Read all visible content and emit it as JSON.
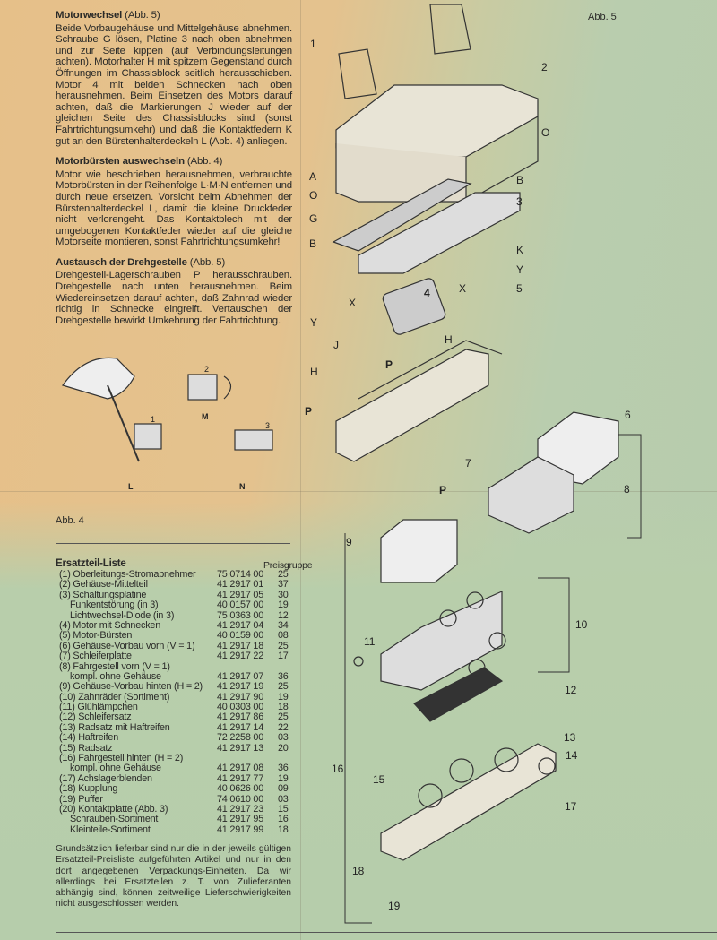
{
  "sections": [
    {
      "title": "Motorwechsel",
      "ref": "(Abb. 5)",
      "text": "Beide Vorbaugehäuse und Mittelgehäuse abnehmen. Schraube G lösen, Platine 3 nach oben abnehmen und zur Seite kippen (auf Verbindungsleitungen achten). Motorhalter H mit spitzem Gegenstand durch Öffnungen im Chassisblock seitlich herausschieben. Motor 4 mit beiden Schnecken nach oben herausnehmen. Beim Einsetzen des Motors darauf achten, daß die Markierungen J wieder auf der gleichen Seite des Chassisblocks sind (sonst Fahrtrichtungsumkehr) und daß die Kontaktfedern K gut an den Bürstenhalterdeckeln L (Abb. 4) anliegen."
    },
    {
      "title": "Motorbürsten auswechseln",
      "ref": "(Abb. 4)",
      "text": "Motor wie beschrieben herausnehmen, verbrauchte Motorbürsten in der Reihenfolge L·M·N entfernen und durch neue ersetzen. Vorsicht beim Abnehmen der Bürstenhalterdeckel L, damit die kleine Druckfeder nicht verlorengeht. Das Kontaktblech mit der umgebogenen Kontaktfeder wieder auf die gleiche Motorseite montieren, sonst Fahrtrichtungsumkehr!"
    },
    {
      "title": "Austausch der Drehgestelle",
      "ref": "(Abb. 5)",
      "text": "Drehgestell-Lagerschrauben P herausschrauben. Drehgestelle nach unten herausnehmen. Beim Wiedereinsetzen darauf achten, daß Zahnrad wieder richtig in Schnecke eingreift. Vertauschen der Drehgestelle bewirkt Umkehrung der Fahrtrichtung."
    }
  ],
  "figure_labels": {
    "abb4": "Abb. 4",
    "abb5": "Abb. 5"
  },
  "abb4_labels": [
    "1",
    "2",
    "3",
    "L",
    "M",
    "N"
  ],
  "abb5_labels": [
    "1",
    "2",
    "O",
    "A",
    "O",
    "B",
    "3",
    "G",
    "B",
    "K",
    "Y",
    "X",
    "X",
    "5",
    "4",
    "Y",
    "J",
    "H",
    "H",
    "P",
    "P",
    "6",
    "7",
    "P",
    "8",
    "9",
    "10",
    "11",
    "12",
    "13",
    "14",
    "15",
    "16",
    "17",
    "18",
    "19"
  ],
  "parts_list": {
    "title": "Ersatzteil-Liste",
    "price_header": "Preisgruppe",
    "rows": [
      {
        "name": "(1) Oberleitungs-Stromabnehmer",
        "code": "75 0714 00",
        "price": "25"
      },
      {
        "name": "(2) Gehäuse-Mittelteil",
        "code": "41 2917 01",
        "price": "37"
      },
      {
        "name": "(3) Schaltungsplatine",
        "code": "41 2917 05",
        "price": "30"
      },
      {
        "name": "Funkentstörung (in 3)",
        "code": "40 0157 00",
        "price": "19",
        "indent": true
      },
      {
        "name": "Lichtwechsel-Diode (in 3)",
        "code": "75 0363 00",
        "price": "12",
        "indent": true
      },
      {
        "name": "(4) Motor mit Schnecken",
        "code": "41 2917 04",
        "price": "34"
      },
      {
        "name": "(5) Motor-Bürsten",
        "code": "40 0159 00",
        "price": "08"
      },
      {
        "name": "(6) Gehäuse-Vorbau vorn (V = 1)",
        "code": "41 2917 18",
        "price": "25"
      },
      {
        "name": "(7) Schleiferplatte",
        "code": "41 2917 22",
        "price": "17"
      },
      {
        "name": "(8) Fahrgestell vorn (V = 1)",
        "code": "",
        "price": ""
      },
      {
        "name": "kompl. ohne Gehäuse",
        "code": "41 2917 07",
        "price": "36",
        "indent": true
      },
      {
        "name": "(9) Gehäuse-Vorbau hinten (H = 2)",
        "code": "41 2917 19",
        "price": "25"
      },
      {
        "name": "(10) Zahnräder (Sortiment)",
        "code": "41 2917 90",
        "price": "19"
      },
      {
        "name": "(11) Glühlämpchen",
        "code": "40 0303 00",
        "price": "18"
      },
      {
        "name": "(12) Schleifersatz",
        "code": "41 2917 86",
        "price": "25"
      },
      {
        "name": "(13) Radsatz mit Haftreifen",
        "code": "41 2917 14",
        "price": "22"
      },
      {
        "name": "(14) Haftreifen",
        "code": "72 2258 00",
        "price": "03"
      },
      {
        "name": "(15) Radsatz",
        "code": "41 2917 13",
        "price": "20"
      },
      {
        "name": "(16) Fahrgestell hinten (H = 2)",
        "code": "",
        "price": ""
      },
      {
        "name": "kompl. ohne Gehäuse",
        "code": "41 2917 08",
        "price": "36",
        "indent": true
      },
      {
        "name": "(17) Achslagerblenden",
        "code": "41 2917 77",
        "price": "19"
      },
      {
        "name": "(18) Kupplung",
        "code": "40 0626 00",
        "price": "09"
      },
      {
        "name": "(19) Puffer",
        "code": "74 0610 00",
        "price": "03"
      },
      {
        "name": "(20) Kontaktplatte (Abb. 3)",
        "code": "41 2917 23",
        "price": "15"
      },
      {
        "name": "Schrauben-Sortiment",
        "code": "41 2917 95",
        "price": "16",
        "indent": true
      },
      {
        "name": "Kleinteile-Sortiment",
        "code": "41 2917 99",
        "price": "18",
        "indent": true
      }
    ]
  },
  "note": "Grundsätzlich lieferbar sind nur die in der jeweils gültigen Ersatzteil-Preisliste aufgeführten Artikel und nur in den dort angegebenen Verpackungs-Einheiten. Da wir allerdings bei Ersatzteilen z. T. von Zulieferanten abhängig sind, können zeitweilige Lieferschwierigkeiten nicht ausgeschlossen werden."
}
